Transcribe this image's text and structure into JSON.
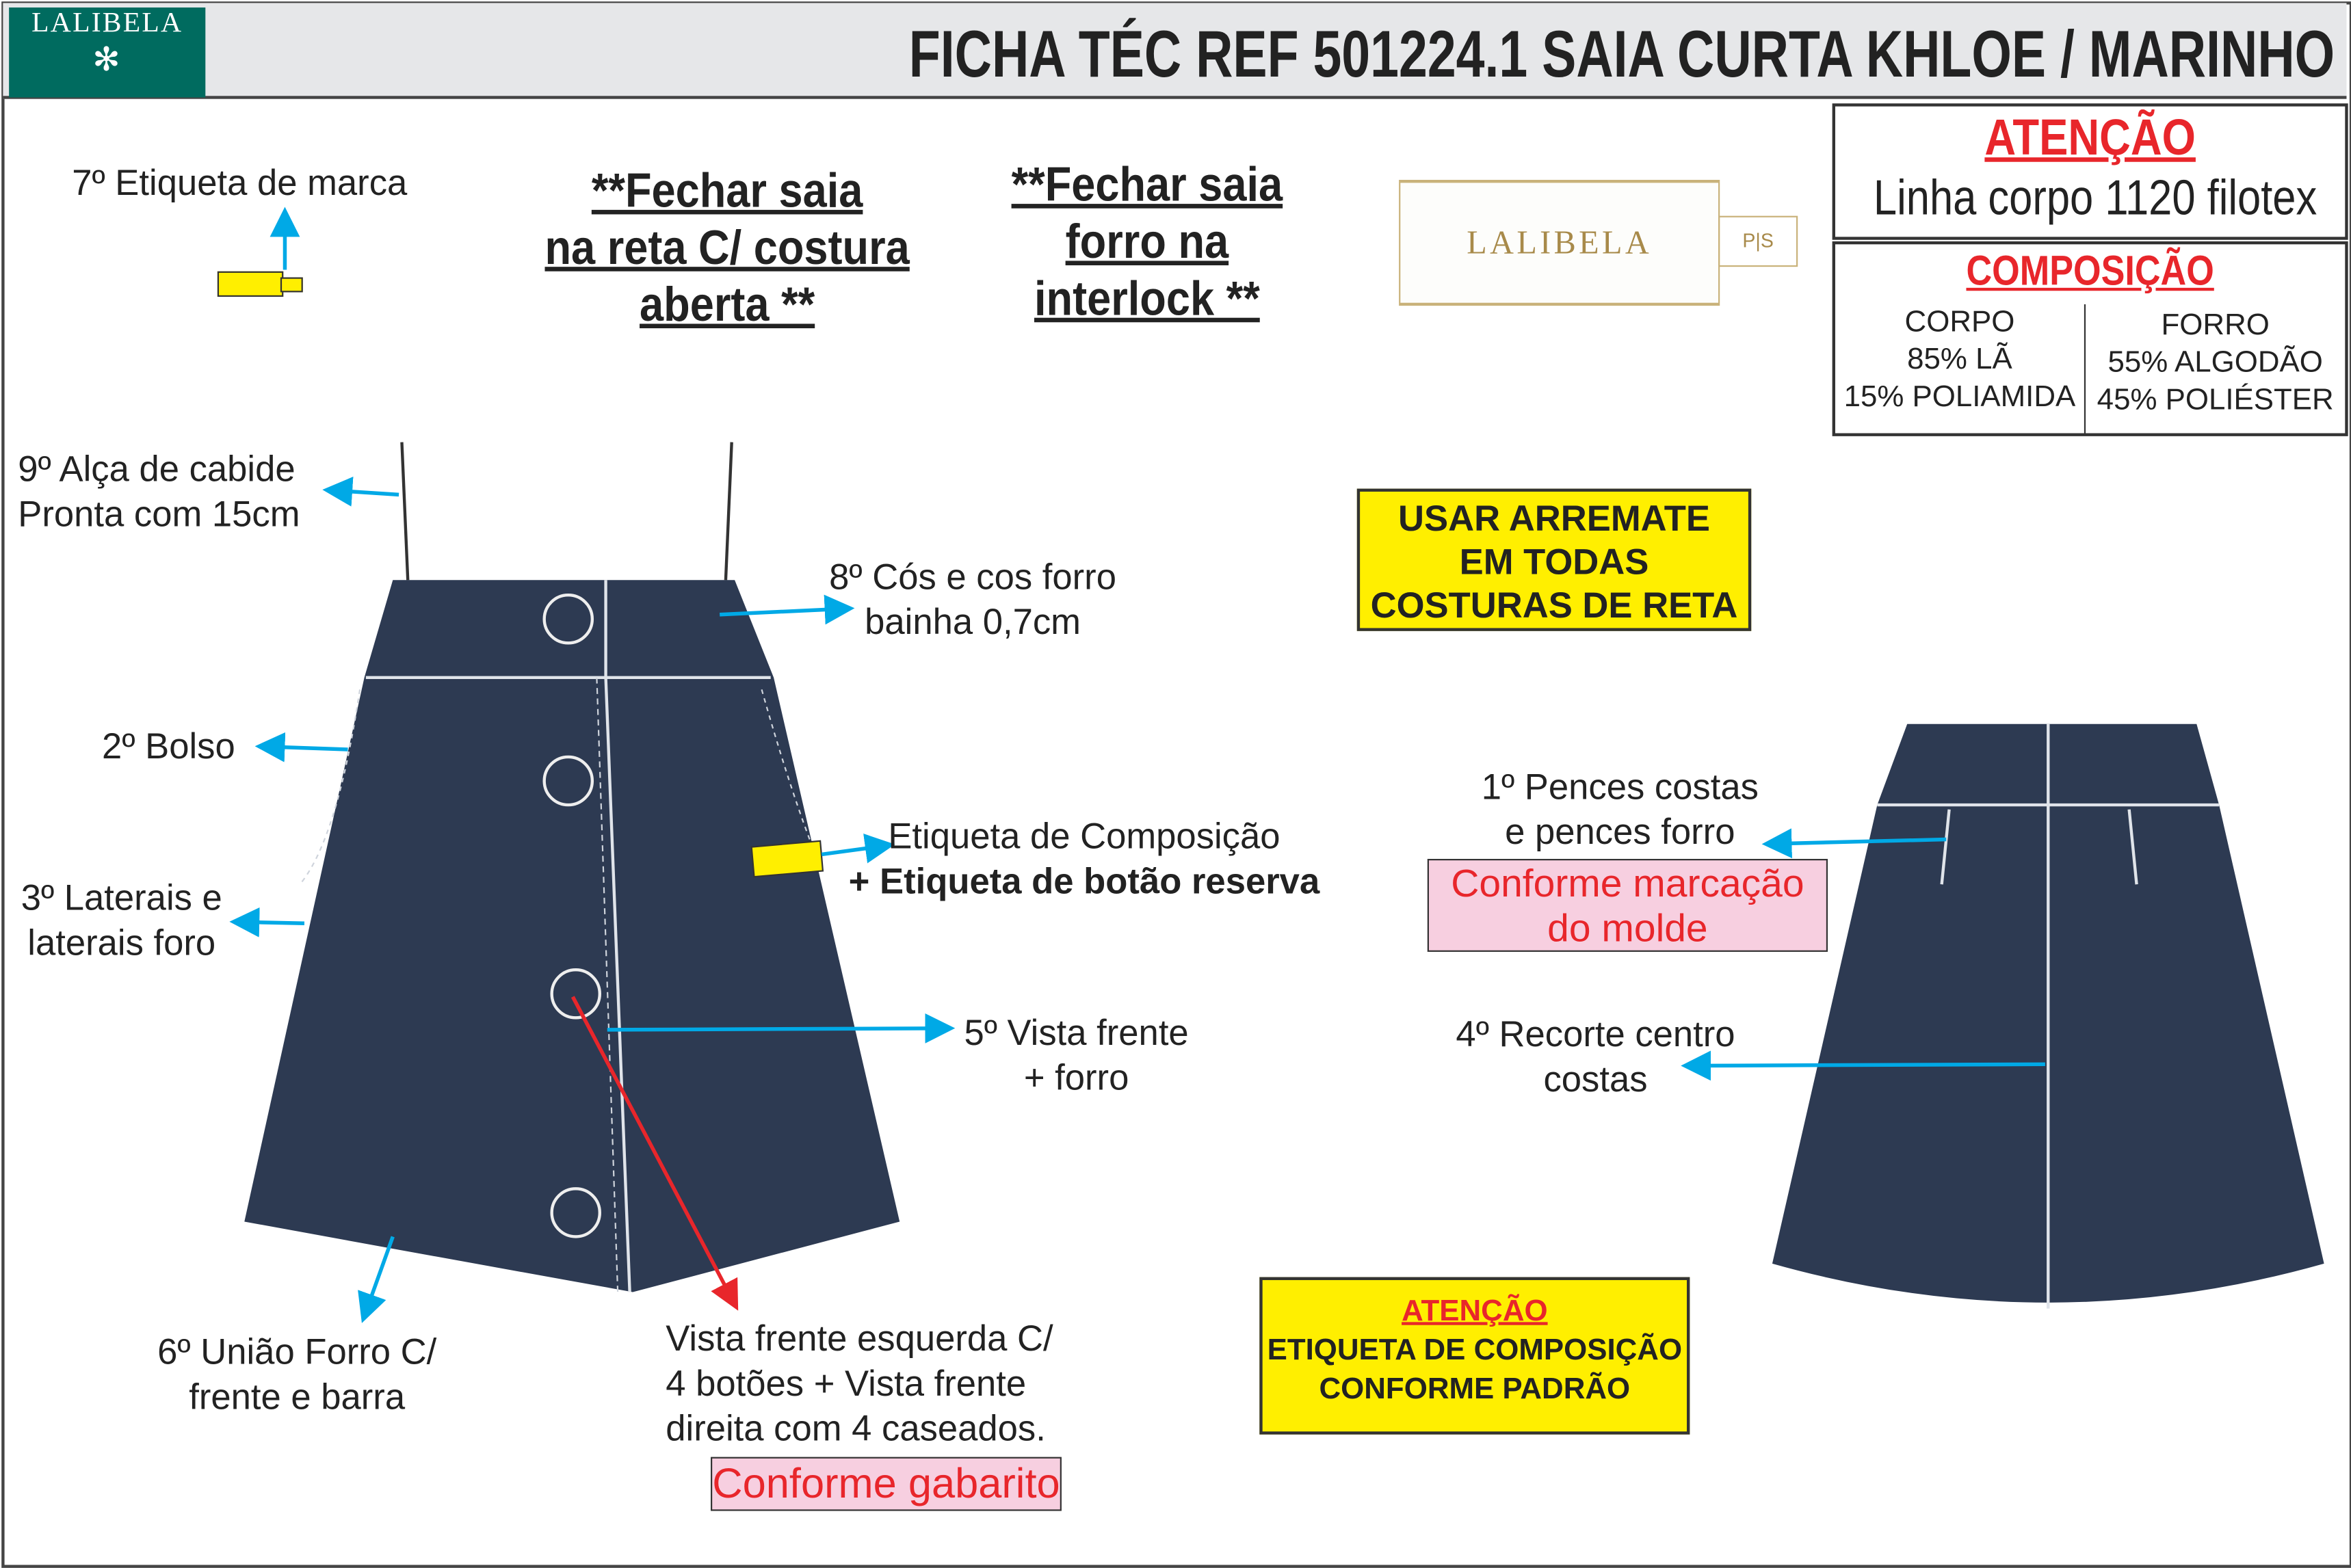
{
  "header": {
    "logo": "LALIBELA",
    "title": "FICHA TÉC REF 501224.1 SAIA CURTA KHLOE / MARINHO"
  },
  "notes": {
    "brand_label": "7º Etiqueta de marca",
    "close_skirt": [
      "**Fechar saia",
      "na reta C/ costura",
      "aberta **"
    ],
    "close_lining": [
      "**Fechar saia",
      "forro na",
      "interlock **"
    ]
  },
  "tag": {
    "brand": "LALIBELA",
    "size": "P|S"
  },
  "attention": {
    "title": "ATENÇÃO",
    "text": "Linha corpo 1120 filotex"
  },
  "composition": {
    "title": "COMPOSIÇÃO",
    "body": {
      "label": "CORPO",
      "lines": [
        "85% LÃ",
        "15% POLIAMIDA"
      ]
    },
    "lining": {
      "label": "FORRO",
      "lines": [
        "55% ALGODÃO",
        "45% POLIÉSTER"
      ]
    }
  },
  "front_labels": {
    "hanger": [
      "9º Alça de cabide",
      "Pronta com 15cm"
    ],
    "waistband": [
      "8º Cós e cos forro",
      "bainha 0,7cm"
    ],
    "pocket": "2º Bolso",
    "composition_label": [
      "Etiqueta de Composição",
      "+ Etiqueta de botão reserva"
    ],
    "sides": [
      "3º Laterais e",
      "laterais foro"
    ],
    "front_placket": [
      "5º Vista frente",
      "+ forro"
    ],
    "lining_join": [
      "6º União Forro C/",
      "frente e barra"
    ],
    "placket_buttons": [
      "Vista frente esquerda C/",
      "4 botões + Vista frente",
      "direita com 4 caseados."
    ],
    "template": "Conforme gabarito"
  },
  "back_labels": {
    "darts": [
      "1º Pences costas",
      "e pences forro"
    ],
    "darts_note": [
      "Conforme marcação",
      "do molde"
    ],
    "center_seam": [
      "4º Recorte centro",
      "costas"
    ]
  },
  "warnings": {
    "finish": [
      "USAR ARREMATE",
      "EM TODAS",
      "COSTURAS DE RETA"
    ],
    "label_attention": "ATENÇÃO",
    "label_text": [
      "ETIQUETA DE COMPOSIÇÃO",
      "CONFORME PADRÃO"
    ]
  },
  "colors": {
    "fabric": "#2d3a52",
    "arrow": "#00a9e6",
    "red": "#e8262b",
    "yellow": "#ffef00",
    "pink": "#f7cfe0"
  }
}
